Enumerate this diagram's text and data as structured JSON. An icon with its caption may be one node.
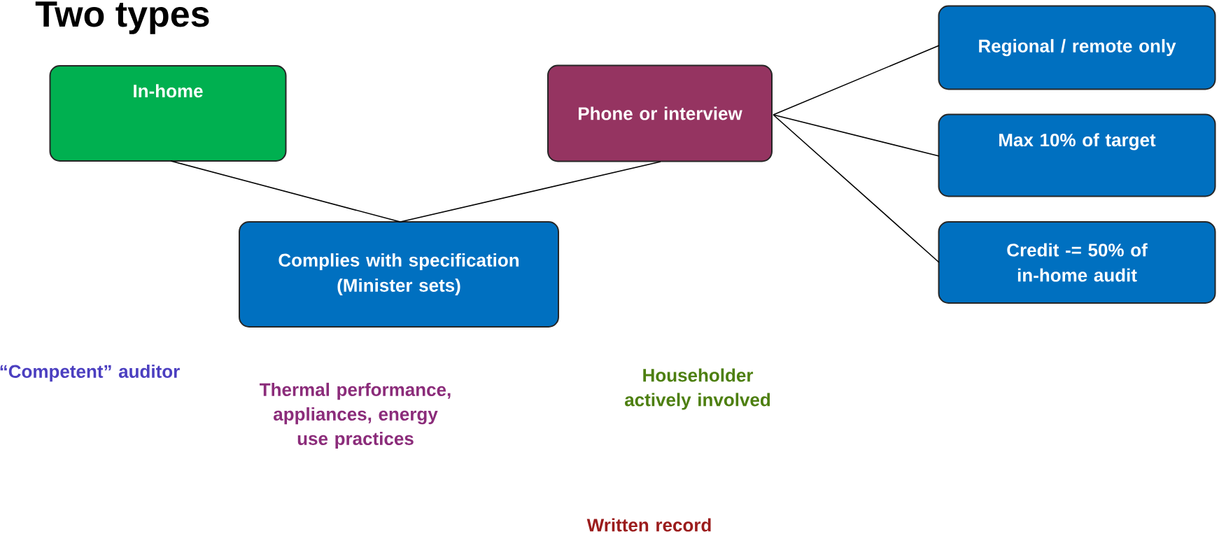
{
  "diagram": {
    "title": "Two types",
    "nodes": [
      {
        "text": [
          "In-home"
        ]
      },
      {
        "text": [
          "Phone or interview"
        ]
      },
      {
        "text": [
          "Regional / remote only"
        ]
      },
      {
        "text": [
          "Max 10% of target"
        ]
      },
      {
        "text": [
          "Complies with specification (Minister sets)"
        ]
      },
      {
        "text": [
          "Credit -= 50% of in-home audit"
        ]
      }
    ],
    "edges": [
      {
        "from": 0,
        "to": 4,
        "arrow": "none"
      },
      {
        "from": 1,
        "to": 4,
        "arrow": "none"
      },
      {
        "from": 1,
        "to": 2,
        "arrow": "none"
      },
      {
        "from": 1,
        "to": 3,
        "arrow": "none"
      },
      {
        "from": 1,
        "to": 5,
        "arrow": "none"
      }
    ],
    "labels": [
      "“Competent” auditor",
      "Householder actively involved",
      "Thermal performance, appliances, energy use practices",
      "Written record"
    ]
  }
}
